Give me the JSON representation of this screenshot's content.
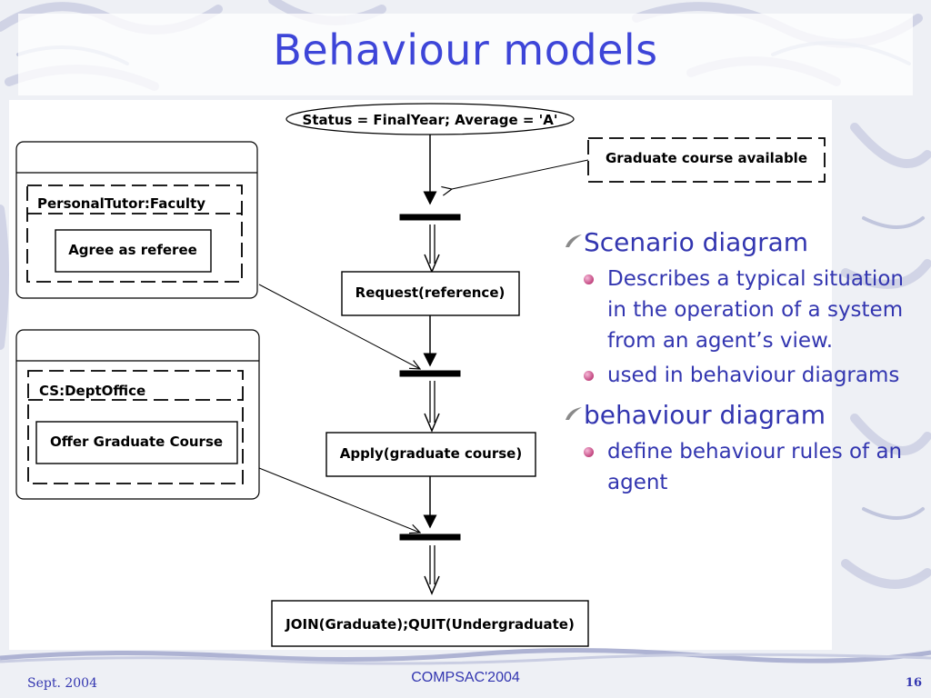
{
  "slide": {
    "title": "Behaviour models",
    "footer_left": "Sept. 2004",
    "footer_center": "COMPSAC'2004",
    "page_number": "16",
    "title_color": "#3d45d8",
    "text_color": "#3336b0"
  },
  "diagram": {
    "precondition": "Status = FinalYear; Average = 'A'",
    "trigger": "Graduate course available",
    "agent1": {
      "label": "PersonalTutor:Faculty",
      "action": "Agree as referee"
    },
    "agent2": {
      "label": "CS:DeptOffice",
      "action": "Offer Graduate Course"
    },
    "steps": [
      "Request(reference)",
      "Apply(graduate course)",
      "JOIN(Graduate);QUIT(Undergraduate)"
    ]
  },
  "bullets": [
    {
      "text": "Scenario diagram",
      "items": [
        "Describes a typical situation in the operation of a system from an agent’s view.",
        "used in behaviour diagrams"
      ]
    },
    {
      "text": "behaviour diagram",
      "items": [
        "define behaviour rules of an agent"
      ]
    }
  ]
}
